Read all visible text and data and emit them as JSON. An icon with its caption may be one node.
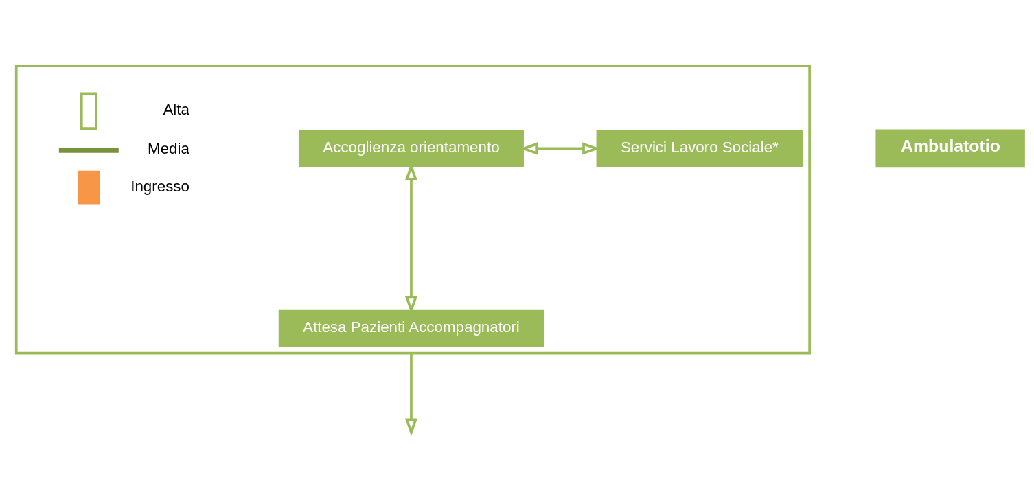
{
  "diagram": {
    "nodes": [
      {
        "text": [],
        "shape": "box"
      },
      {
        "text": [
          "Accoglienza orientamento"
        ],
        "in": 0
      },
      {
        "text": [
          "Servici Lavoro Sociale*"
        ],
        "in": 0
      },
      {
        "text": [
          "Attesa Pazienti Accompagnatori"
        ],
        "in": 0
      },
      {
        "text": [
          "Ambulatotio"
        ]
      }
    ],
    "edges": [
      {
        "from": 1,
        "to": 2,
        "arrow": "both"
      },
      {
        "from": 1,
        "to": 3,
        "arrow": "both"
      },
      {
        "from": 0,
        "to": null,
        "arrow": "to"
      }
    ],
    "legend": [
      {
        "text": "Alta"
      },
      {
        "text": "Media"
      },
      {
        "text": "Ingresso"
      }
    ]
  }
}
